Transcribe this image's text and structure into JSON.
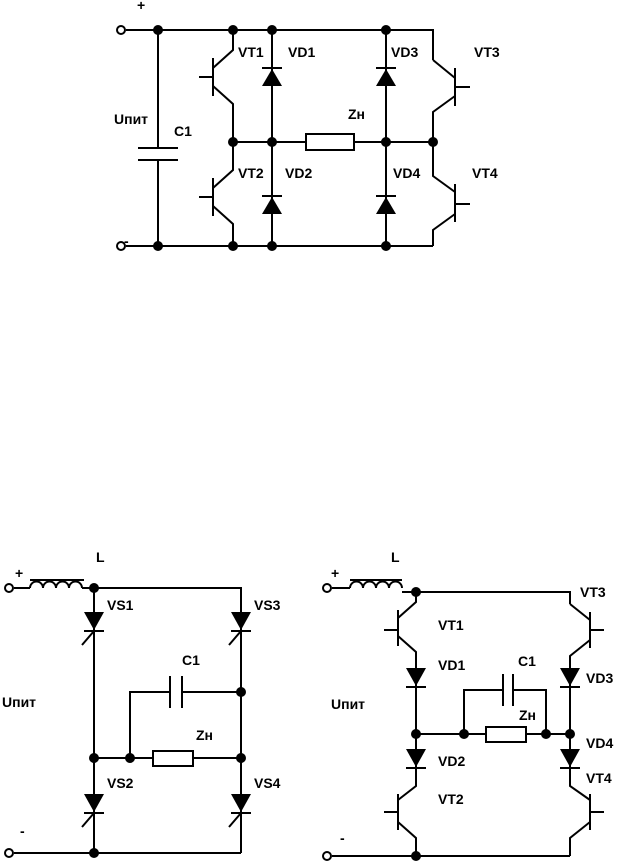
{
  "top_circuit": {
    "plus": "+",
    "minus": "-",
    "supply": "Uпит",
    "capacitor": "C1",
    "load": "Zн",
    "vt1": "VT1",
    "vt2": "VT2",
    "vt3": "VT3",
    "vt4": "VT4",
    "vd1": "VD1",
    "vd2": "VD2",
    "vd3": "VD3",
    "vd4": "VD4"
  },
  "bottom_left_circuit": {
    "plus": "+",
    "minus": "-",
    "inductor": "L",
    "supply": "Uпит",
    "capacitor": "C1",
    "load": "Zн",
    "vs1": "VS1",
    "vs2": "VS2",
    "vs3": "VS3",
    "vs4": "VS4"
  },
  "bottom_right_circuit": {
    "plus": "+",
    "minus": "-",
    "inductor": "L",
    "supply": "Uпит",
    "capacitor": "C1",
    "load": "Zн",
    "vt1": "VT1",
    "vt2": "VT2",
    "vt3": "VT3",
    "vt4": "VT4",
    "vd1": "VD1",
    "vd2": "VD2",
    "vd3": "VD3",
    "vd4": "VD4"
  }
}
